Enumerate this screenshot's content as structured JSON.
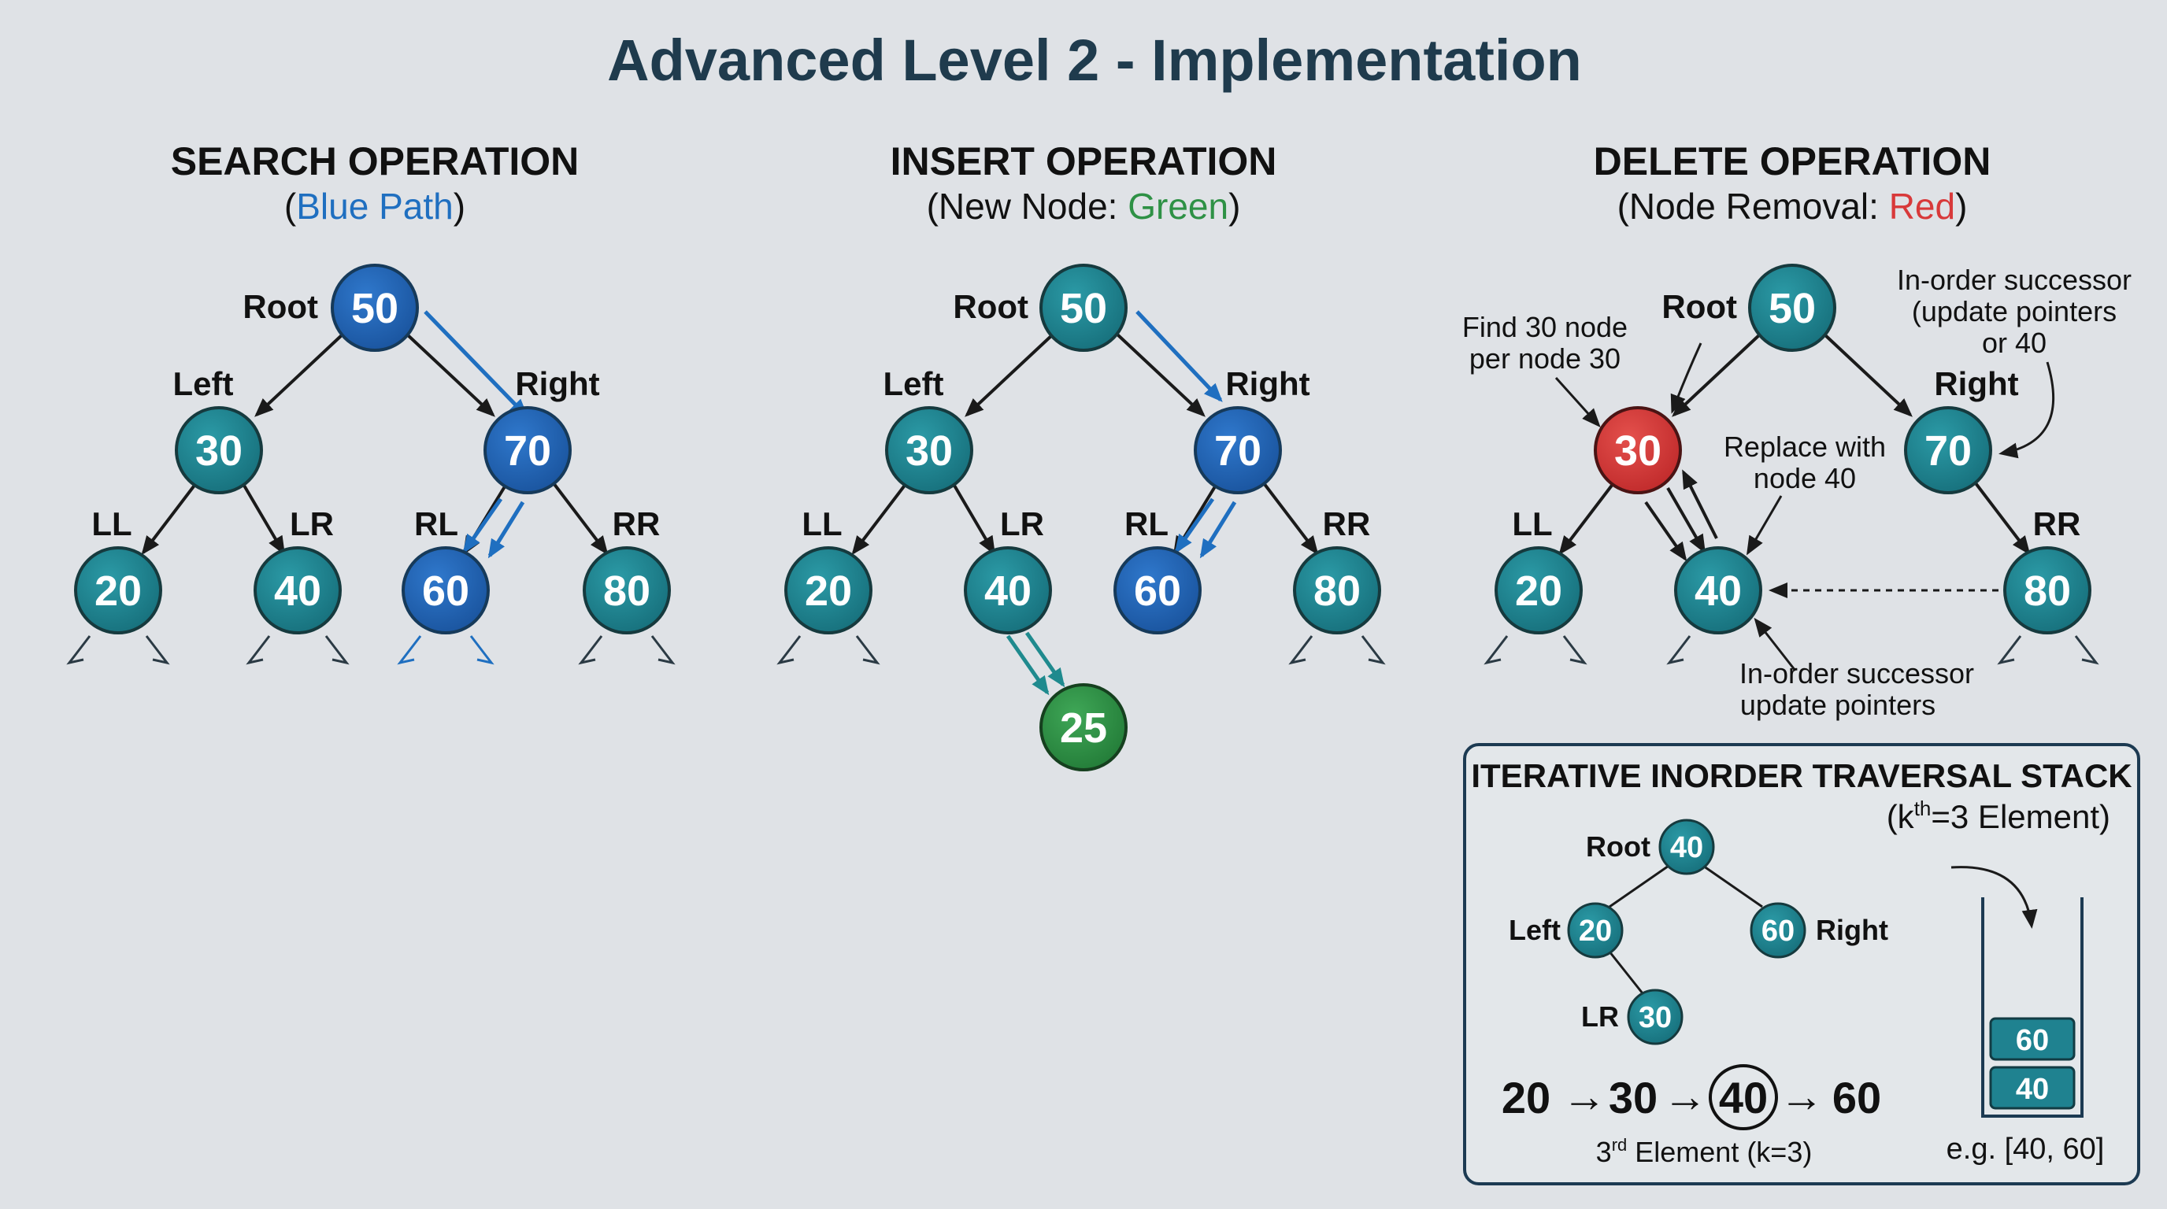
{
  "title": "Advanced Level 2 - Implementation",
  "colors": {
    "background": "#dfe2e6",
    "node_teal": "#1f8290",
    "node_blue": "#1f5fb4",
    "node_green": "#2e9145",
    "node_red": "#d8393a",
    "path_blue": "#1f6fc0",
    "path_teal": "#1f8a8e"
  },
  "search": {
    "heading": "SEARCH OPERATION",
    "sub_open": "(",
    "sub_colored": "Blue Path",
    "sub_close": ")",
    "labels": {
      "root": "Root",
      "left": "Left",
      "right": "Right",
      "ll": "LL",
      "lr": "LR",
      "rl": "RL",
      "rr": "RR"
    },
    "nodes": {
      "root": "50",
      "left": "30",
      "right": "70",
      "ll": "20",
      "lr": "40",
      "rl": "60",
      "rr": "80"
    },
    "highlighted": [
      "50",
      "70",
      "60"
    ]
  },
  "insert": {
    "heading": "INSERT OPERATION",
    "sub_plain": "(New Node: ",
    "sub_colored": "Green",
    "sub_close": ")",
    "labels": {
      "root": "Root",
      "left": "Left",
      "right": "Right",
      "ll": "LL",
      "lr": "LR",
      "rl": "RL",
      "rr": "RR"
    },
    "nodes": {
      "root": "50",
      "left": "30",
      "right": "70",
      "ll": "20",
      "lr": "40",
      "rl": "60",
      "rr": "80",
      "new": "25"
    }
  },
  "delete": {
    "heading": "DELETE OPERATION",
    "sub_plain": "(Node Removal: ",
    "sub_colored": "Red",
    "sub_close": ")",
    "labels": {
      "root": "Root",
      "right": "Right",
      "ll": "LL",
      "rr": "RR"
    },
    "nodes": {
      "root": "50",
      "removed": "30",
      "right": "70",
      "ll": "20",
      "lr": "40",
      "rr": "80"
    },
    "annotations": {
      "find_1": "Find 30 node",
      "find_2": "per node 30",
      "succ_top_1": "In-order successor",
      "succ_top_2": "(update pointers",
      "succ_top_3": "or 40",
      "replace_1": "Replace with",
      "replace_2": "node 40",
      "succ_bot_1": "In-order successor",
      "succ_bot_2": "update pointers"
    }
  },
  "traversal": {
    "heading": "ITERATIVE INORDER TRAVERSAL STACK",
    "sub_pre": "(k",
    "sub_sup": "th",
    "sub_post": "=3 Element)",
    "labels": {
      "root": "Root",
      "left": "Left",
      "right": "Right",
      "lr": "LR"
    },
    "nodes": {
      "root": "40",
      "left": "20",
      "right": "60",
      "lr": "30"
    },
    "sequence": [
      "20",
      "30",
      "40",
      "60"
    ],
    "arrow_glyph": "→",
    "highlight_index": 2,
    "caption_pre": "3",
    "caption_sup": "rd",
    "caption_post": " Element (k=3)",
    "stack": [
      "60",
      "40"
    ],
    "stack_caption": "e.g. [40, 60]"
  }
}
